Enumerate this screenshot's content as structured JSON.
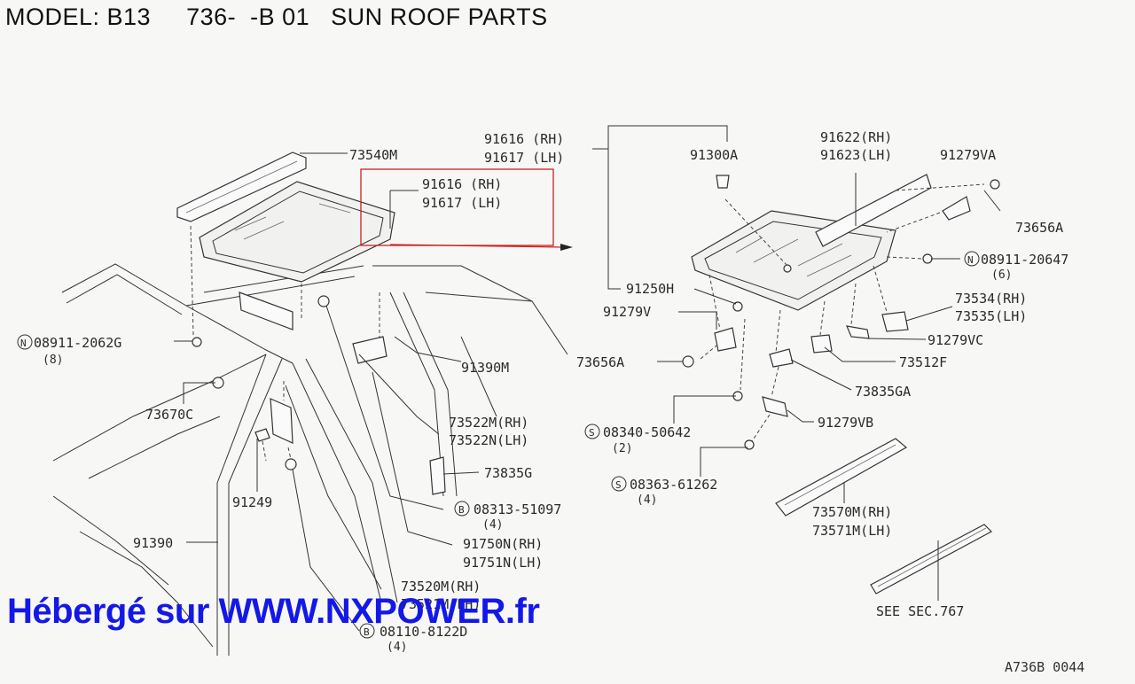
{
  "header": {
    "title": "MODEL: B13     736-  -B 01   SUN ROOF PARTS"
  },
  "labels": {
    "p73540M": "73540M",
    "p91616_inset": "91616 (RH)",
    "p91617_inset": "91617 (LH)",
    "p91616_top": "91616 (RH)",
    "p91617_top": "91617 (LH)",
    "p91300A": "91300A",
    "p91622": "91622(RH)",
    "p91623": "91623(LH)",
    "p91279VA": "91279VA",
    "p73656A_top": "73656A",
    "p08911_20647": "08911-20647",
    "p08911_20647_qty": "(6)",
    "p73534": "73534(RH)",
    "p73535": "73535(LH)",
    "p91279VC": "91279VC",
    "p73512F": "73512F",
    "p73835GA": "73835GA",
    "p91279VB": "91279VB",
    "p08340_50642": "08340-50642",
    "p08340_50642_qty": "(2)",
    "p08363_61262": "08363-61262",
    "p08363_61262_qty": "(4)",
    "p73570M": "73570M(RH)",
    "p73571M": "73571M(LH)",
    "see_sec": "SEE SEC.767",
    "p91250H": "91250H",
    "p91279V": "91279V",
    "p73656A_left": "73656A",
    "p08911_2062G": "08911-2062G",
    "p08911_2062G_qty": "(8)",
    "p73670C": "73670C",
    "p91390M": "91390M",
    "p73522M": "73522M(RH)",
    "p73522N": "73522N(LH)",
    "p73835G": "73835G",
    "p08313_51097": "08313-51097",
    "p08313_51097_qty": "(4)",
    "p91750N": "91750N(RH)",
    "p91751N": "91751N(LH)",
    "p91249": "91249",
    "p91390": "91390",
    "p73520M": "73520M(RH)",
    "p73521M": "73521M(LH)",
    "p08110_8122D": "08110-8122D",
    "p08110_8122D_qty": "(4)"
  },
  "badges": {
    "n": "N",
    "s": "S",
    "b": "B"
  },
  "footer": {
    "watermark": "Hébergé sur WWW.NXPOWER.fr",
    "ref_code": "A736B 0044"
  },
  "colors": {
    "watermark": "#1418e6",
    "inset_box": "#cc2222",
    "lines": "#333333"
  }
}
